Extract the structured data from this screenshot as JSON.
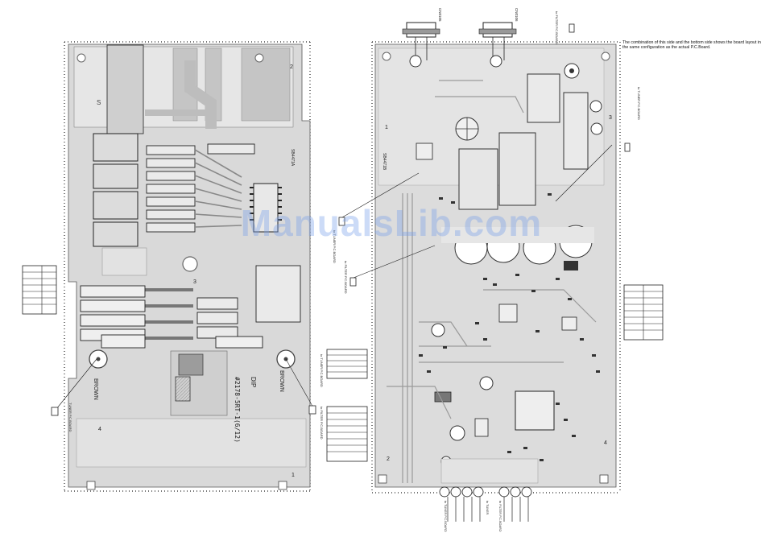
{
  "note": "The combination of this side and the bottom side shows the board layout in the same configuration as the actual P.C.Board.",
  "watermark": "ManualsLib.com",
  "left_board": {
    "label_brown_left": "BROWN",
    "label_brown_right": "BROWN",
    "label_dip": "DIP",
    "label_part": "#2178-5RT-1(6/12)",
    "label_code": "SB4471A",
    "corner_2": "2",
    "corner_3": "3",
    "corner_4": "4",
    "corner_1": "1",
    "corner_S": "S",
    "lead_left": "TUNER P.C.BOARD",
    "lead_right_1": "to TUNER P.C.BOARD",
    "lead_right_2": "to FILTER P.C.BOARD"
  },
  "right_board": {
    "top_label_1": "CN0105",
    "top_label_2": "CN0106",
    "corner_1": "1",
    "corner_2": "2",
    "corner_3": "3",
    "corner_4": "4",
    "label_code": "SB4471B",
    "lead_top": "to FILTER P.C.BOARD",
    "lead_right": "to TUNER P.C.BOARD",
    "lead_left_1": "to TUNER P.C.BOARD",
    "lead_left_2": "to FILTER P.C.BOARD",
    "bottom_label_1": "to TUNER P.C.BOARD",
    "bottom_label_2": "to FILTER P.C.BOARD",
    "bottom_label_3": "to TUNER"
  },
  "icons": [
    "relay-icon",
    "connector-icon",
    "mounting-hole-icon",
    "capacitor-icon",
    "ic-chip-icon",
    "transformer-icon"
  ]
}
